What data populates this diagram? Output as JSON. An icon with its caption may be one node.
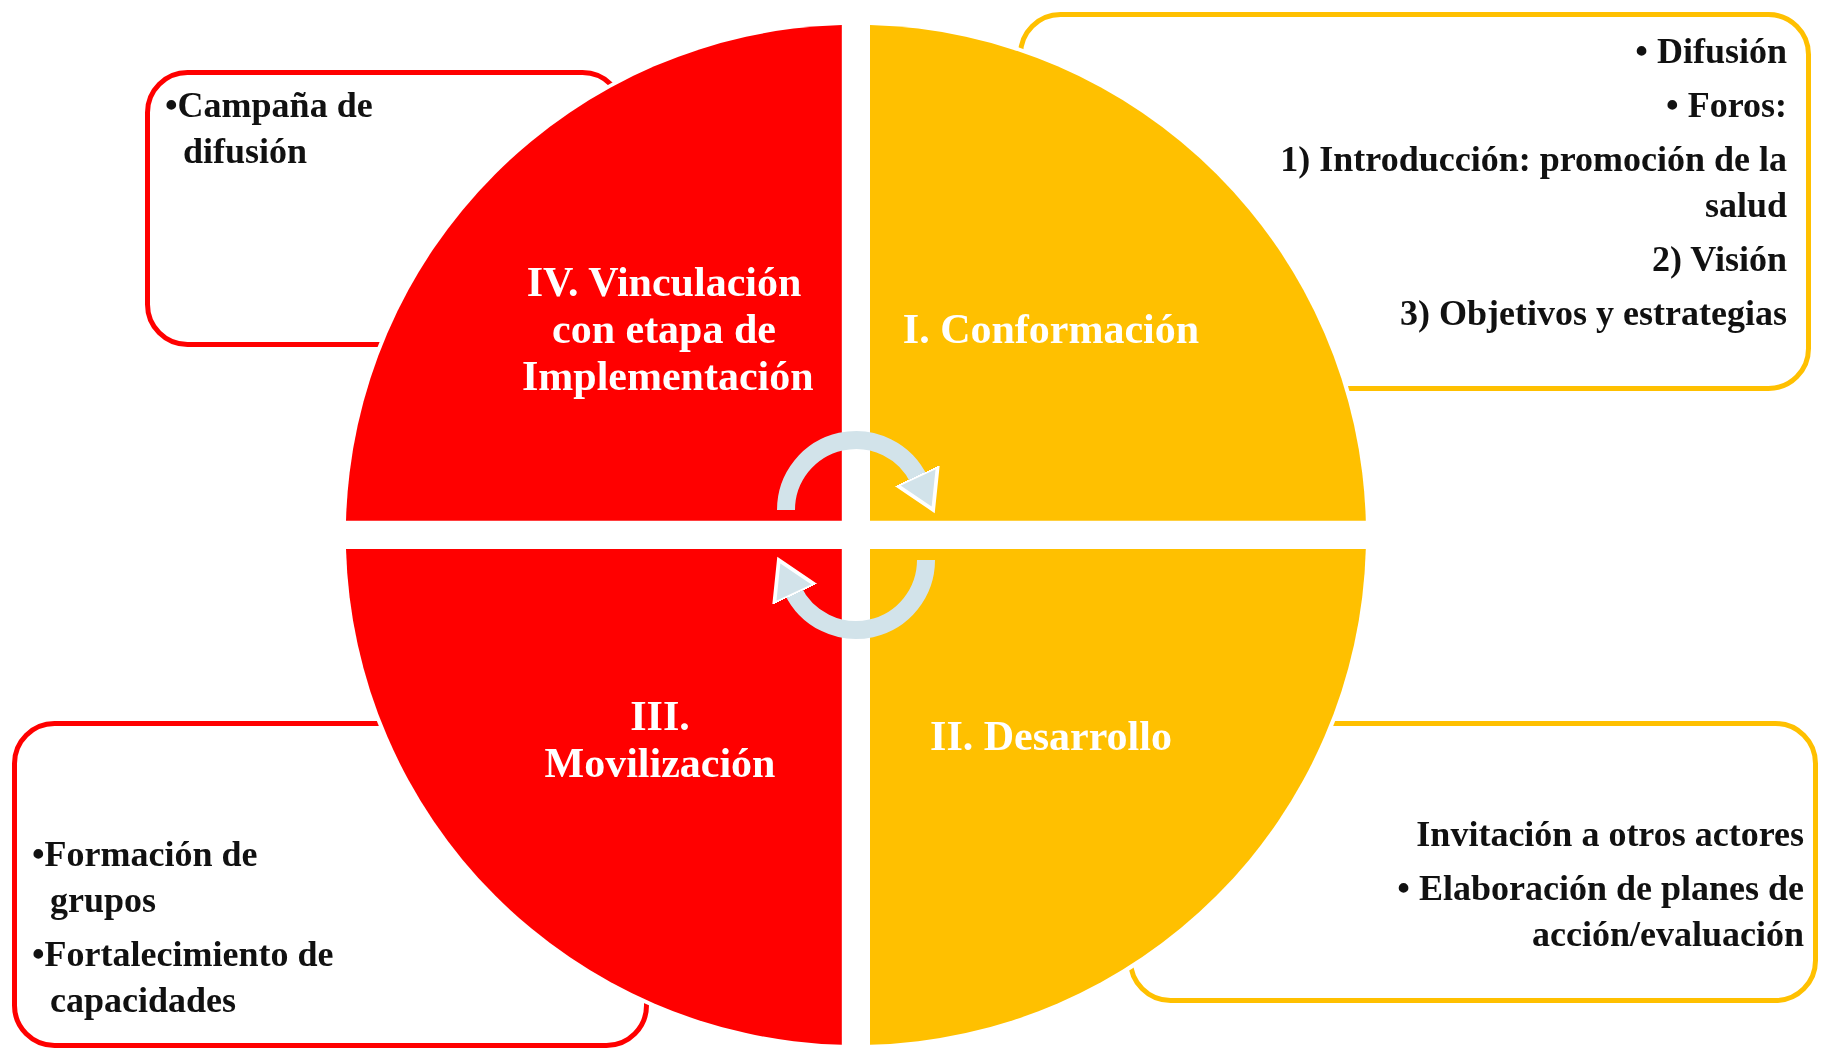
{
  "diagram": {
    "nodes": [
      {
        "text": [
          "•Campaña de difusión"
        ]
      },
      {
        "text": [
          "IV. Vinculación con etapa de Implementación"
        ]
      },
      {
        "text": [
          "I. Conformación"
        ]
      },
      {
        "text": [
          "• Difusión",
          "• Foros:",
          "1) Introducción: promoción de la salud",
          "2) Visión",
          "3) Objetivos y estrategias"
        ]
      },
      {
        "text": [
          "•Formación de grupos",
          "•Fortalecimiento de capacidades"
        ]
      },
      {
        "text": [
          "III. Movilización"
        ]
      },
      {
        "text": [
          "II. Desarrollo"
        ]
      },
      {
        "text": [
          "Invitación a otros actores",
          "• Elaboración de planes de acción/evaluación"
        ]
      }
    ],
    "edges": [
      {
        "from": 1,
        "to": 2,
        "arrow": "to"
      },
      {
        "from": 6,
        "to": 5,
        "arrow": "to"
      }
    ]
  }
}
